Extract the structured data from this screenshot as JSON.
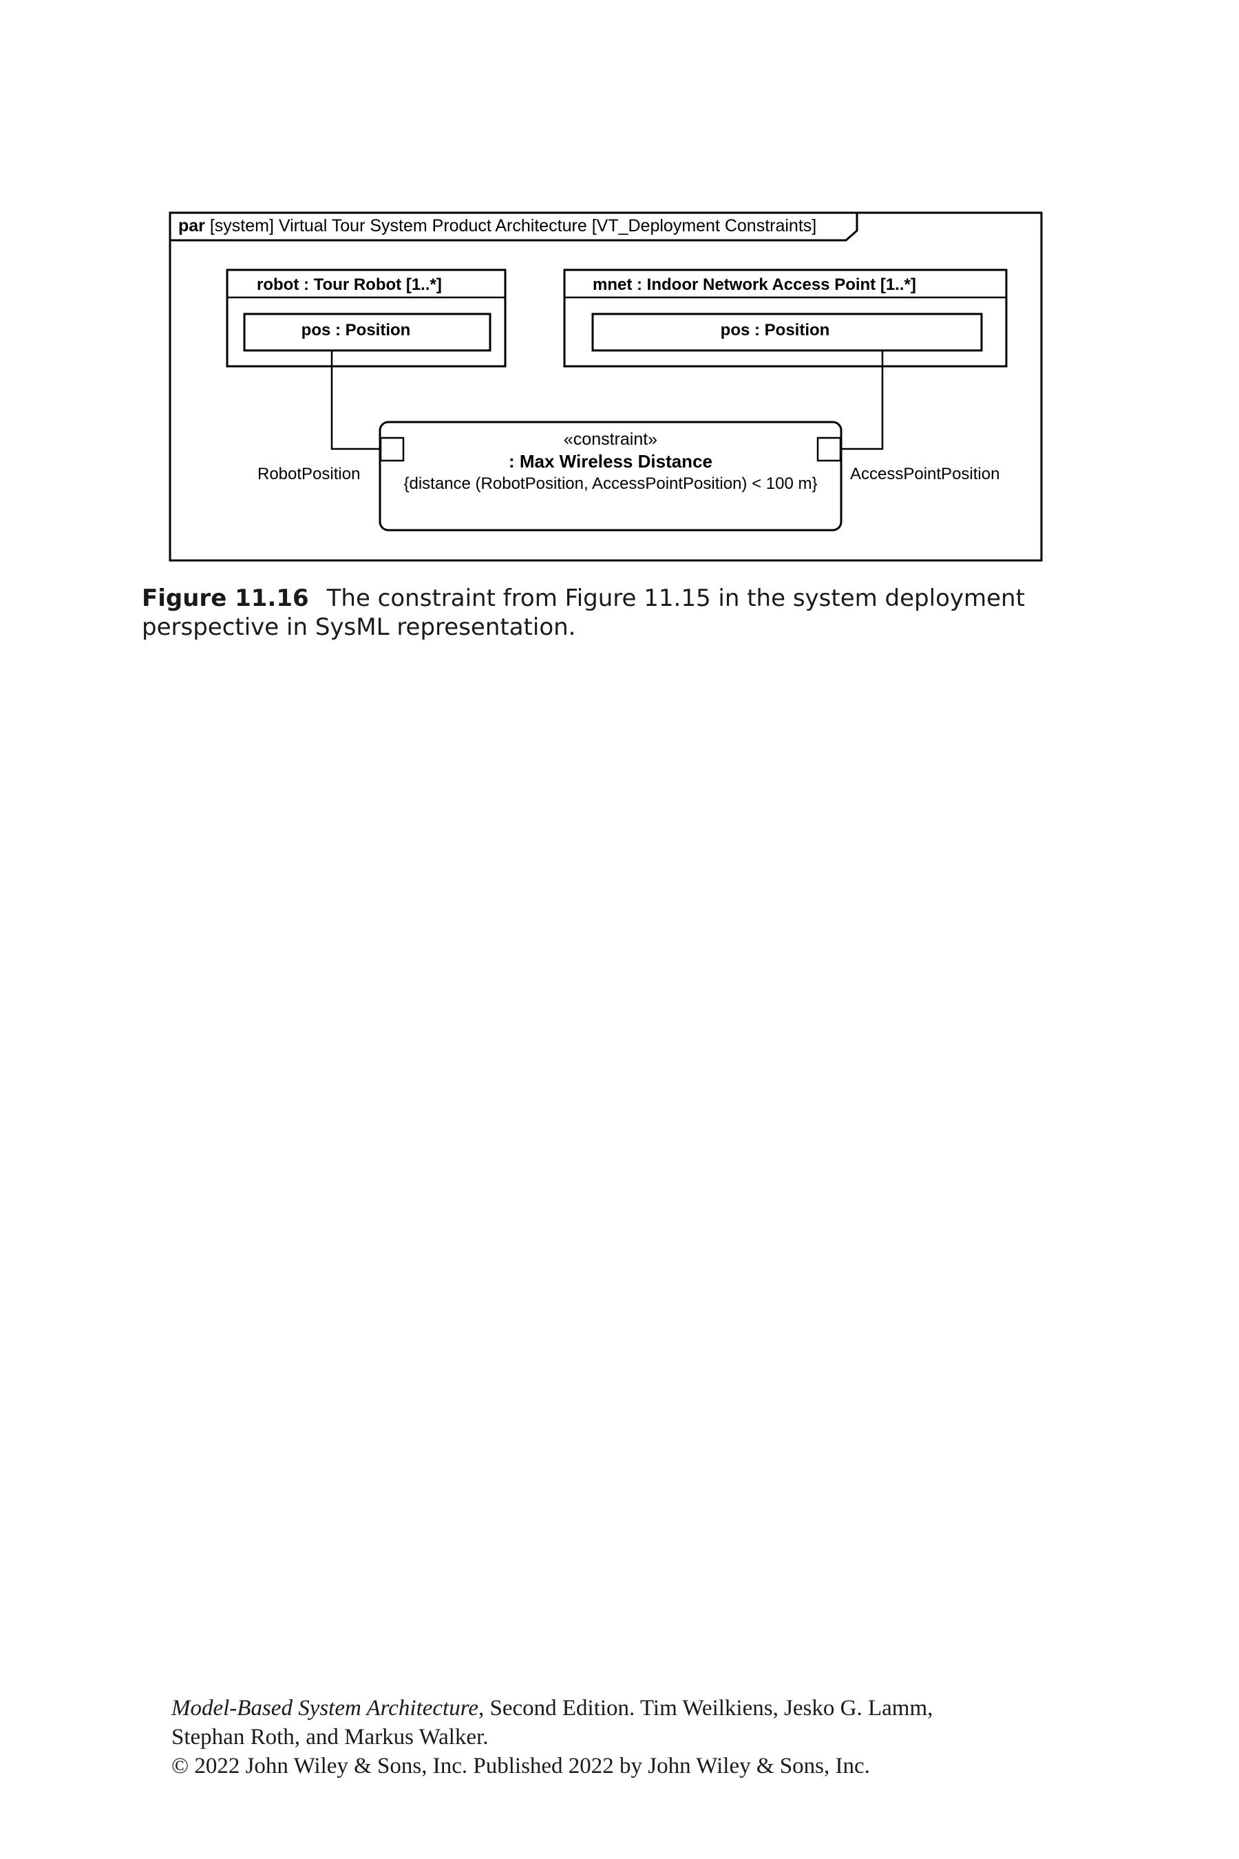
{
  "diagram": {
    "frame": {
      "kind": "par",
      "rest": "[system] Virtual Tour System Product Architecture [VT_Deployment Constraints]"
    },
    "robot_block": {
      "title": "robot : Tour Robot [1..*]",
      "part": "pos : Position"
    },
    "mnet_block": {
      "title": "mnet : Indoor Network Access Point [1..*]",
      "part": "pos : Position"
    },
    "constraint": {
      "stereotype": "«constraint»",
      "name": ": Max Wireless Distance",
      "expression": "{distance (RobotPosition, AccessPointPosition) < 100 m}"
    },
    "left_param_label": "RobotPosition",
    "right_param_label": "AccessPointPosition"
  },
  "caption": {
    "label": "Figure 11.16",
    "text": "The constraint from Figure 11.15 in the system deployment perspective in SysML representation."
  },
  "footer": {
    "book_title": "Model-Based System Architecture",
    "line1_rest": ", Second Edition. Tim Weilkiens, Jesko G. Lamm,",
    "line2": "Stephan Roth, and Markus Walker.",
    "line3": "© 2022 John Wiley & Sons, Inc. Published 2022 by John Wiley & Sons, Inc."
  }
}
